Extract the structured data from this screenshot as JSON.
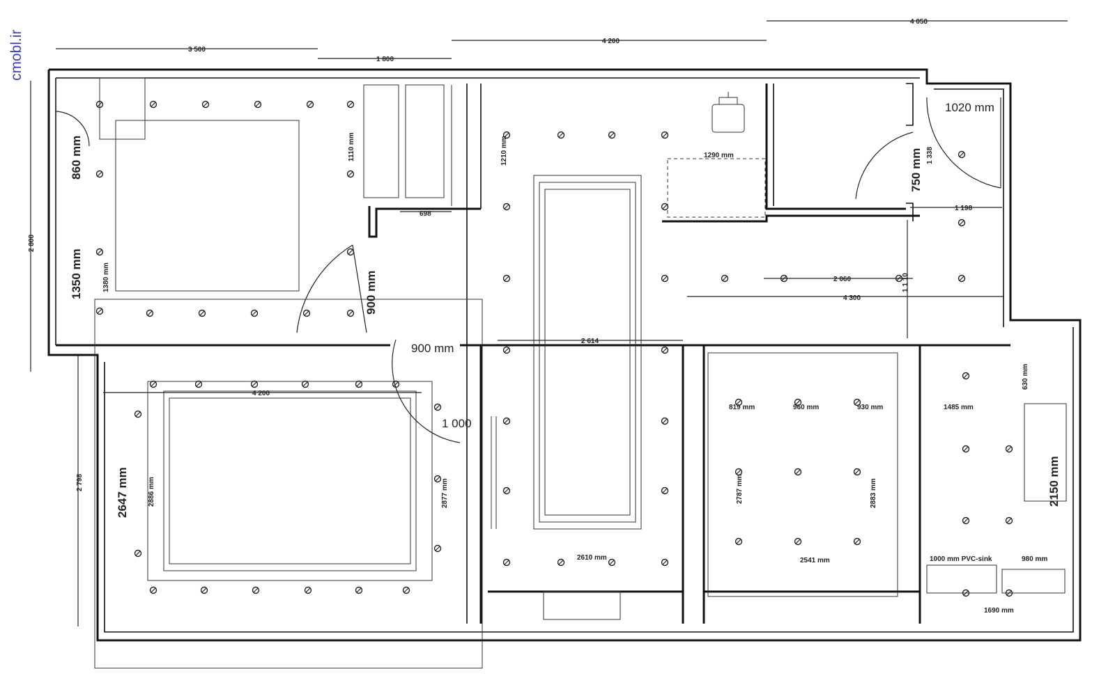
{
  "watermark": "cmobl.ir",
  "dimensions": {
    "top_3500": "3 500",
    "top_1800": "1 800",
    "top_4200": "4 200",
    "top_4050": "4 050",
    "left_2800": "2 800",
    "left_2798": "2 798",
    "d_698": "698",
    "d_1198": "1 198",
    "d_2060": "2 060",
    "d_4300": "4 300",
    "d_2614": "2 614",
    "d_4200_inner": "4 200",
    "d_1110_vertical": "1 1 10"
  },
  "labels": {
    "m_860": "860 mm",
    "m_1350": "1350 mm",
    "m_1380": "1380 mm",
    "m_1110": "1110 mm",
    "m_1210": "1210 mm",
    "m_900_v": "900 mm",
    "m_900_h": "900 mm",
    "m_1000": "1 000",
    "m_1290": "1290 mm",
    "m_1020": "1020 mm",
    "m_750": "750 mm",
    "m_1338": "1 338",
    "m_2647": "2647 mm",
    "m_2886": "2886 mm",
    "m_2877": "2877 mm",
    "m_2610": "2610 mm",
    "m_819": "819 mm",
    "m_960": "960 mm",
    "m_930": "930 mm",
    "m_2787": "2787 mm",
    "m_2883": "2883 mm",
    "m_2541": "2541 mm",
    "m_1485": "1485 mm",
    "m_630": "630 mm",
    "m_2150": "2150 mm",
    "m_1000_sink": "1000 mm PVC-sink",
    "m_980": "980 mm",
    "m_1690": "1690 mm"
  },
  "icons": {
    "ceiling_light": "ceiling-light-icon",
    "chair": "chair-icon",
    "door_swing": "door-swing-icon"
  }
}
